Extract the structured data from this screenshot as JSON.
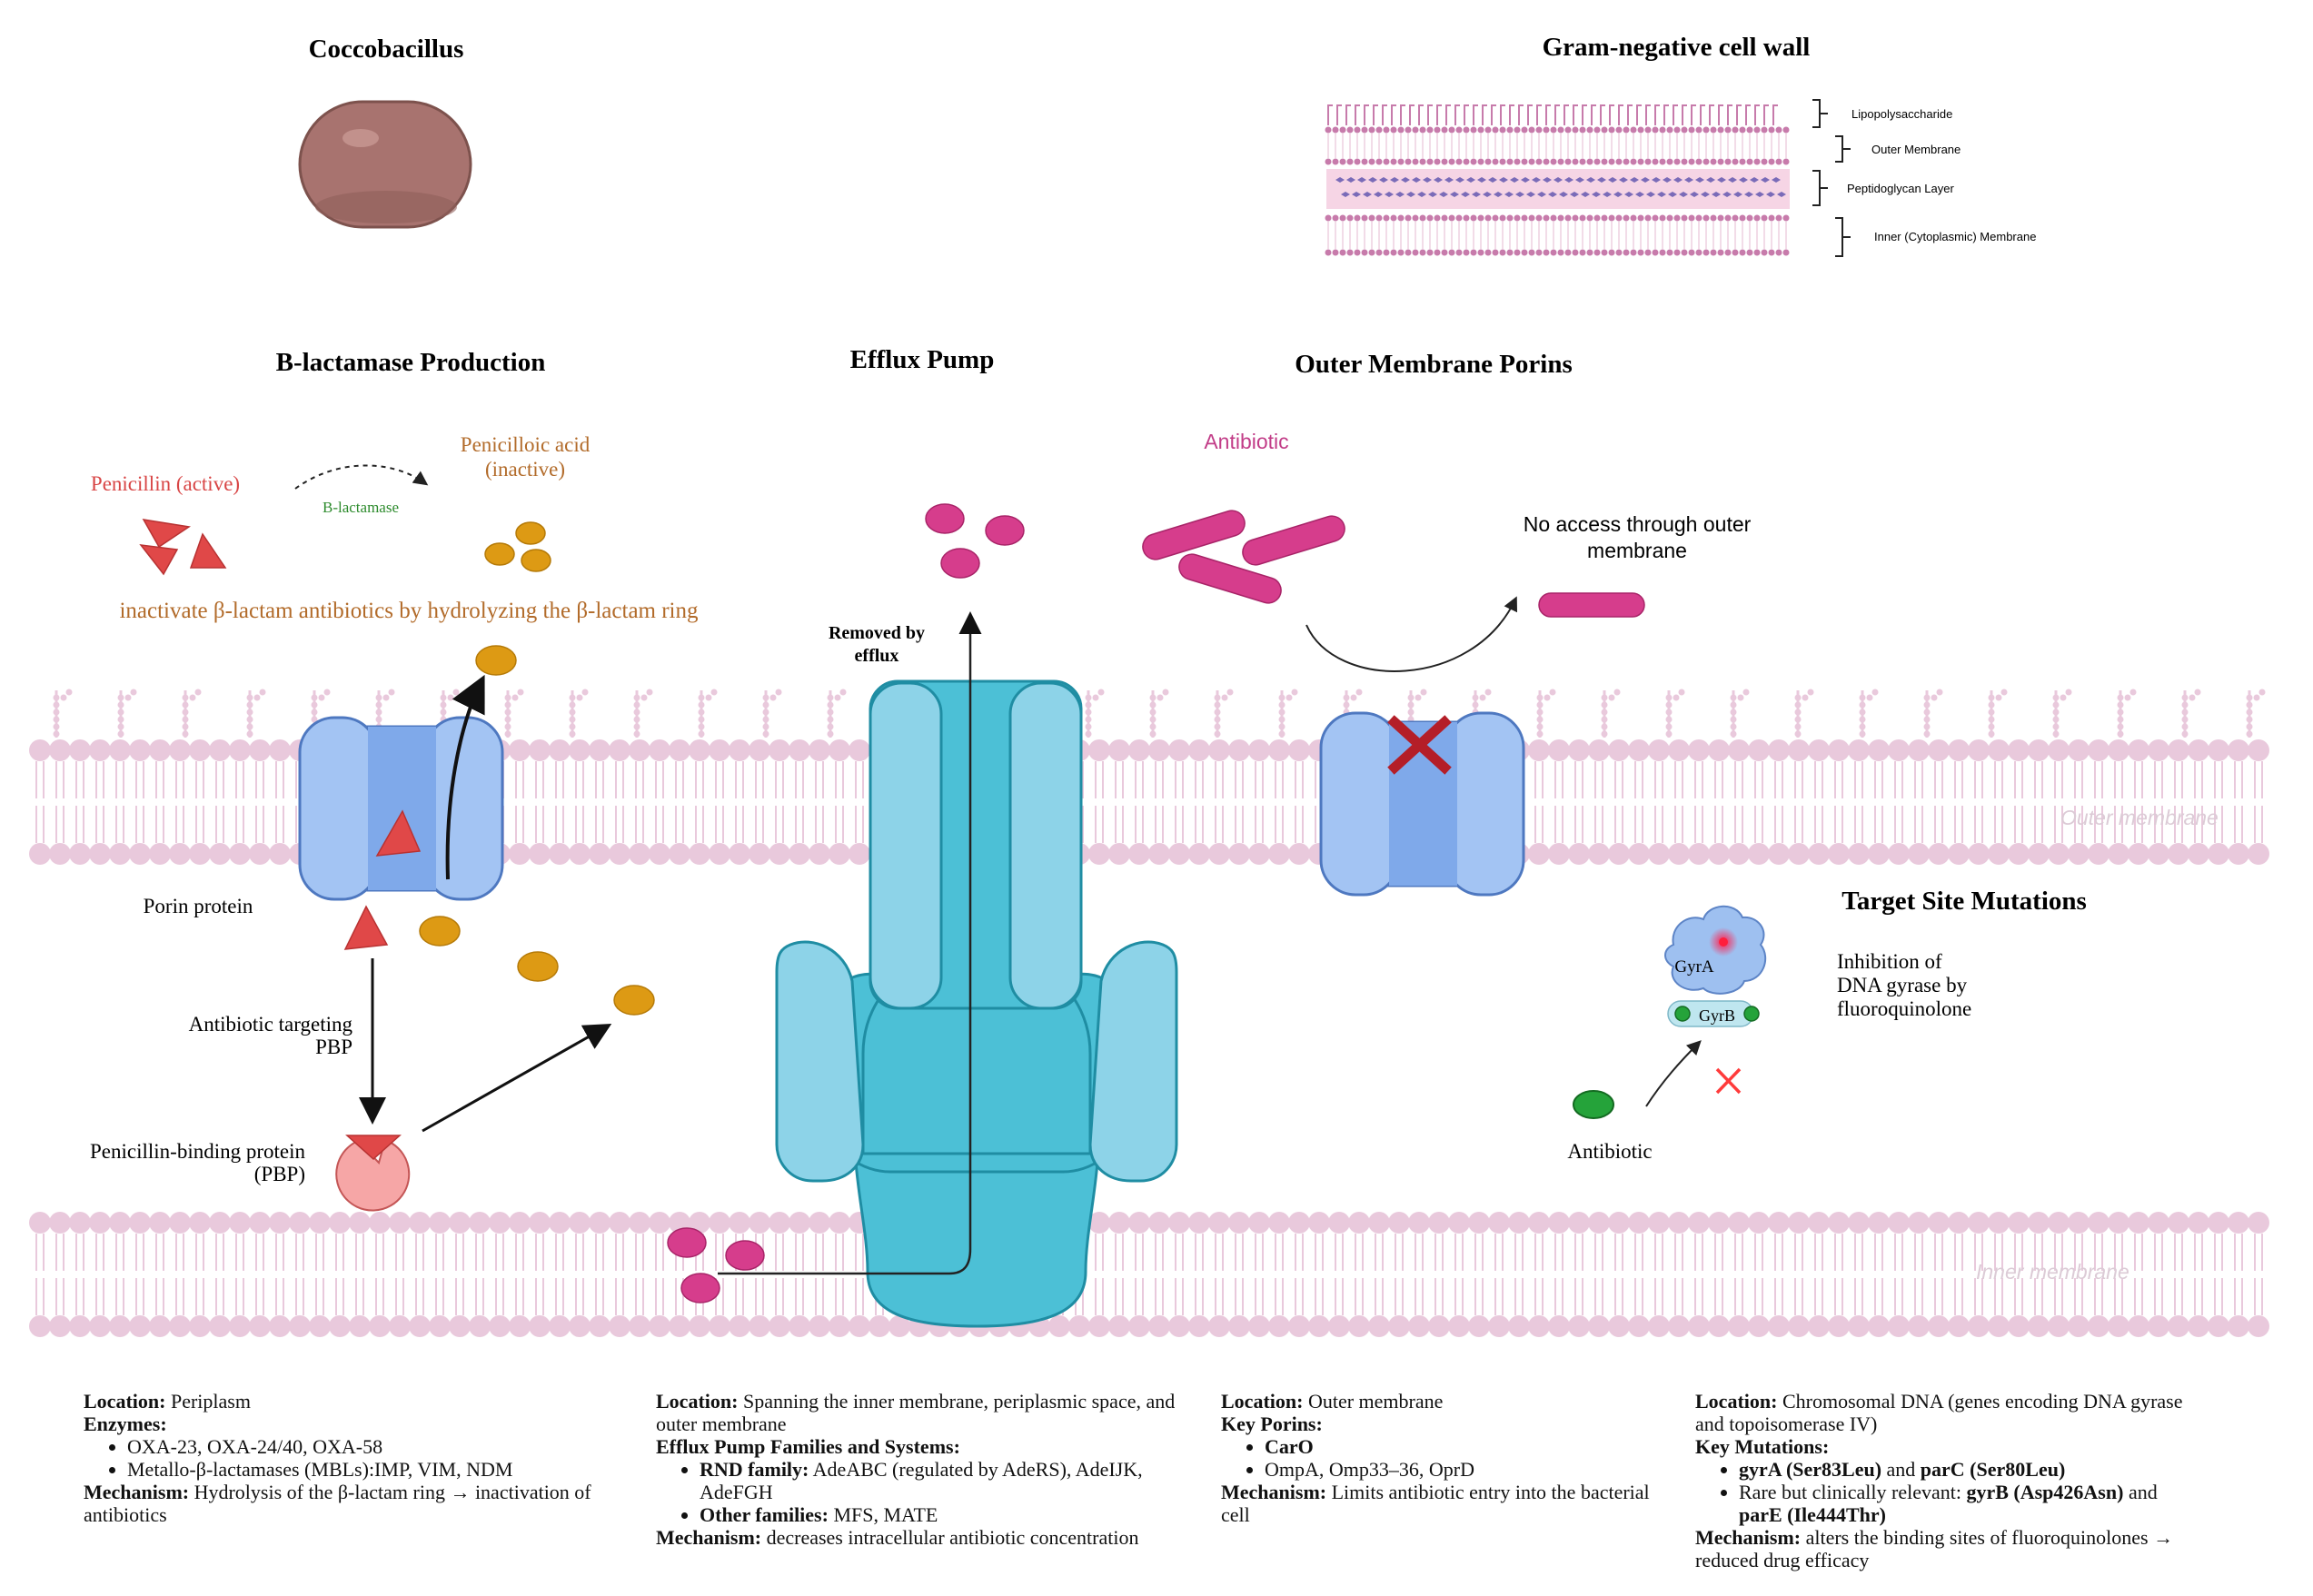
{
  "colors": {
    "membrane": "#e9c9dc",
    "porin_outer": "#a3c4f3",
    "porin_inner": "#7fa9ea",
    "efflux": "#4cc0d6",
    "efflux_light": "#8dd3e8",
    "antibiotic_pink": "#d63d8c",
    "penicillin_red": "#e04848",
    "acid_orange": "#dd9a14",
    "pbp_pink": "#f6a6a6",
    "cross_red": "#b41e28"
  },
  "coccobacillus": {
    "title": "Coccobacillus"
  },
  "cell_wall": {
    "title": "Gram-negative cell wall",
    "labels": [
      "Lipopolysaccharide",
      "Outer Membrane",
      "Peptidoglycan Layer",
      "Inner (Cytoplasmic) Membrane"
    ]
  },
  "sections": {
    "beta": "B-lactamase Production",
    "efflux": "Efflux Pump",
    "porins": "Outer Membrane Porins",
    "target": "Target Site Mutations"
  },
  "beta_panel": {
    "penicillin_active": "Penicillin (active)",
    "penicilloic_1": "Penicilloic acid",
    "penicilloic_2": "(inactive)",
    "enzyme_label": "B-lactamase",
    "description": "inactivate β-lactam antibiotics by hydrolyzing the β-lactam ring",
    "porin_label": "Porin protein",
    "targeting_1": "Antibiotic targeting",
    "targeting_2": "PBP",
    "pbp_1": "Penicillin-binding protein",
    "pbp_2": "(PBP)"
  },
  "efflux_panel": {
    "removed_1": "Removed by",
    "removed_2": "efflux"
  },
  "porin_panel": {
    "antibiotic": "Antibiotic",
    "no_access_1": "No access through outer",
    "no_access_2": "membrane"
  },
  "membranes": {
    "outer": "Outer membrane",
    "inner": "Inner membrane"
  },
  "target_panel": {
    "gyra": "GyrA",
    "gyrb": "GyrB",
    "inhibition": [
      "Inhibition of",
      "DNA gyrase by",
      "fluoroquinolone"
    ],
    "antibiotic": "Antibiotic"
  },
  "info": {
    "beta": {
      "location_key": "Location:",
      "location_val": " Periplasm",
      "enzymes_key": "Enzymes:",
      "enzyme1": "OXA-23, OXA-24/40, OXA-58",
      "enzyme2": "Metallo-β-lactamases (MBLs):IMP, VIM, NDM",
      "mechanism_key": "Mechanism:",
      "mechanism_val": " Hydrolysis of the β-lactam ring → inactivation of antibiotics"
    },
    "efflux": {
      "location_key": "Location:",
      "location_val": " Spanning the inner membrane, periplasmic space, and outer membrane",
      "families_key": "Efflux Pump Families and Systems:",
      "rnd_key": "RND family:",
      "rnd_val": " AdeABC (regulated by AdeRS), AdeIJK, AdeFGH",
      "other_key": "Other families:",
      "other_val": " MFS, MATE",
      "mechanism_key": "Mechanism:",
      "mechanism_val": " decreases intracellular antibiotic concentration"
    },
    "porins": {
      "location_key": "Location:",
      "location_val": " Outer membrane",
      "porins_key": "Key Porins:",
      "porin1": "CarO",
      "porin2": "OmpA, Omp33–36, OprD",
      "mechanism_key": "Mechanism:",
      "mechanism_val": " Limits antibiotic entry into the bacterial cell"
    },
    "target": {
      "location_key": "Location:",
      "location_val": " Chromosomal DNA (genes encoding DNA gyrase and topoisomerase IV)",
      "mutations_key": "Key Mutations:",
      "m1_a": "gyrA (Ser83Leu)",
      "m1_and": " and ",
      "m1_b": "parC (Ser80Leu)",
      "m2_pre": "Rare but clinically relevant: ",
      "m2_a": "gyrB (Asp426Asn)",
      "m2_and": " and ",
      "m2_b": "parE (Ile444Thr)",
      "mechanism_key": "Mechanism:",
      "mechanism_val": " alters the binding sites of fluoroquinolones → reduced drug efficacy"
    }
  }
}
